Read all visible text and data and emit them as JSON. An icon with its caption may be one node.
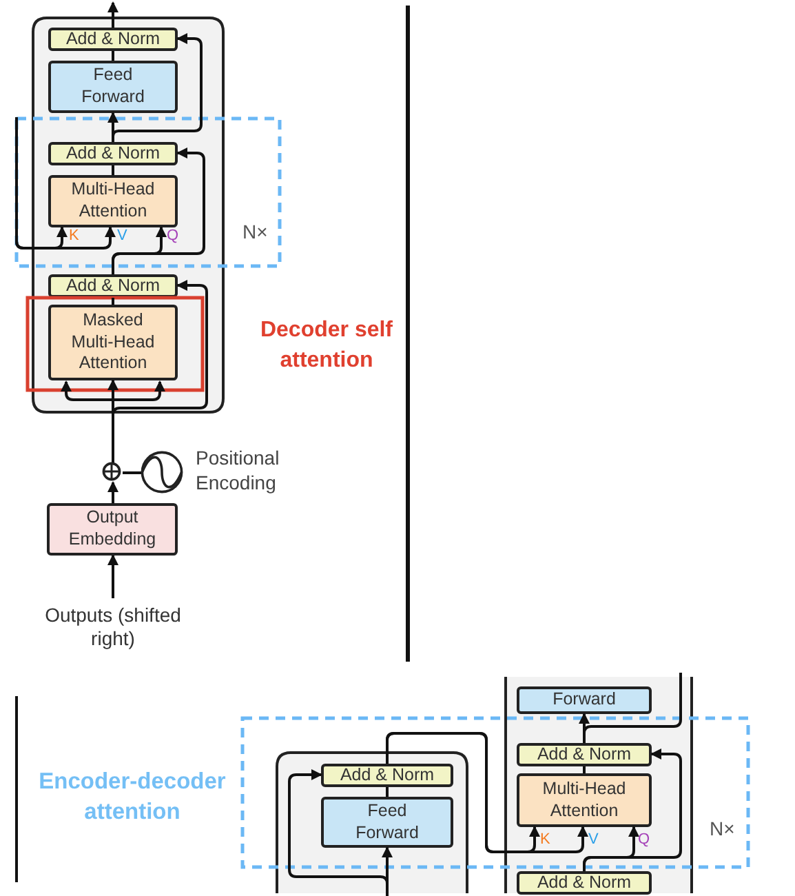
{
  "diagram": {
    "nodes": [
      {
        "text": [],
        "shape": "box"
      },
      {
        "text": [
          "Add & Norm"
        ],
        "in": 0
      },
      {
        "text": [
          "Feed Forward"
        ],
        "in": 0
      },
      {
        "text": [
          "Add & Norm"
        ],
        "in": 0
      },
      {
        "text": [
          "Multi-Head Attention"
        ],
        "in": 0
      },
      {
        "text": [
          "Add & Norm"
        ],
        "in": 0
      },
      {
        "text": [
          "Masked Multi-Head Attention"
        ],
        "in": 0
      },
      {
        "text": [],
        "shape": "circle",
        "beside": [
          "Positional Encoding"
        ]
      },
      {
        "text": [],
        "shape": "circle"
      },
      {
        "text": [
          "Output Embedding"
        ]
      },
      {
        "text": [
          "Outputs (shifted right)"
        ]
      },
      {
        "text": [],
        "shape": "box"
      },
      {
        "text": [
          "Add & Norm"
        ],
        "in": 11
      },
      {
        "text": [
          "Feed Forward"
        ],
        "in": 11
      },
      {
        "text": [],
        "shape": "box"
      },
      {
        "text": [
          "Forward"
        ],
        "in": 14
      },
      {
        "text": [
          "Add & Norm"
        ],
        "in": 14
      },
      {
        "text": [
          "Multi-Head Attention"
        ],
        "in": 14
      },
      {
        "text": [
          "Add & Norm"
        ],
        "in": 14
      }
    ],
    "edges": [
      {
        "from": 1,
        "to": null,
        "arrow": "to"
      },
      {
        "from": 2,
        "to": 1,
        "arrow": "none"
      },
      {
        "from": 3,
        "to": 2,
        "arrow": "to"
      },
      {
        "from": 3,
        "to": 1,
        "arrow": "to"
      },
      {
        "from": 4,
        "to": 3,
        "arrow": "none"
      },
      {
        "from": null,
        "to": 4,
        "arrow": "to"
      },
      {
        "from": null,
        "to": 4,
        "arrow": "to"
      },
      {
        "from": 5,
        "to": 4,
        "arrow": "to"
      },
      {
        "from": 5,
        "to": 3,
        "arrow": "to"
      },
      {
        "from": 6,
        "to": 5,
        "arrow": "none"
      },
      {
        "from": 8,
        "to": 6,
        "arrow": "to"
      },
      {
        "from": 8,
        "to": 5,
        "arrow": "to"
      },
      {
        "from": 9,
        "to": 8,
        "arrow": "to"
      },
      {
        "from": 7,
        "to": 8,
        "arrow": "none"
      },
      {
        "from": 10,
        "to": 9,
        "arrow": "to"
      },
      {
        "from": null,
        "to": 13,
        "arrow": "to"
      },
      {
        "from": null,
        "to": 12,
        "arrow": "to"
      },
      {
        "from": 13,
        "to": 12,
        "arrow": "none"
      },
      {
        "from": 12,
        "to": 17,
        "arrow": "to"
      },
      {
        "from": 12,
        "to": 17,
        "arrow": "to"
      },
      {
        "from": 18,
        "to": 17,
        "arrow": "to"
      },
      {
        "from": 18,
        "to": 16,
        "arrow": "to"
      },
      {
        "from": 17,
        "to": 16,
        "arrow": "none"
      },
      {
        "from": 16,
        "to": 15,
        "arrow": "to"
      },
      {
        "from": 16,
        "to": null,
        "arrow": "none"
      }
    ],
    "labels": [
      "K",
      "V",
      "Q",
      "N×",
      "Decoder self attention",
      "Encoder-decoder attention",
      "K",
      "V",
      "Q",
      "N×"
    ]
  }
}
